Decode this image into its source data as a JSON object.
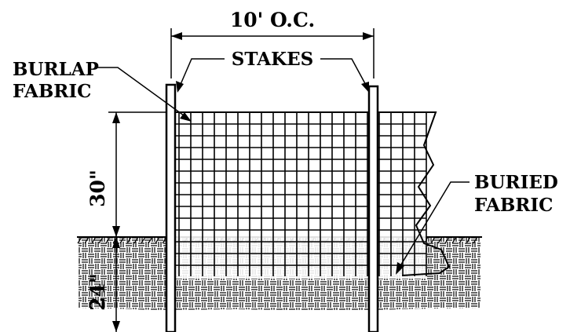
{
  "labels": {
    "spacing": "10' O.C.",
    "stakes": "STAKES",
    "burlap_line1": "BURLAP",
    "burlap_line2": "FABRIC",
    "buried_line1": "BURIED",
    "buried_line2": "FABRIC",
    "above_ground": "30\"",
    "below_ground": "24\""
  },
  "colors": {
    "ink": "#000000",
    "paper": "#ffffff"
  }
}
